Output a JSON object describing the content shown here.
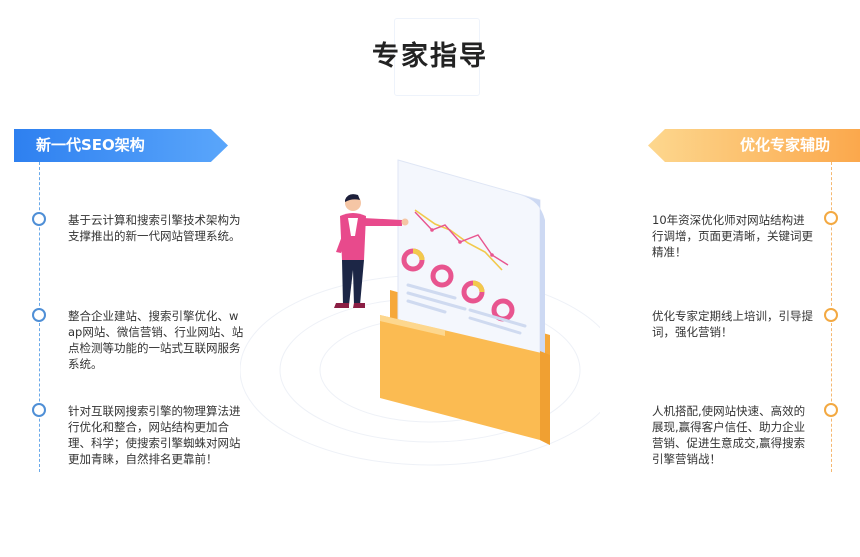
{
  "title": "专家指导",
  "left": {
    "heading": "新一代SEO架构",
    "items": [
      "基于云计算和搜索引擎技术架构为支撑推出的新一代网站管理系统。",
      "整合企业建站、搜索引擎优化、wap网站、微信营销、行业网站、站点检测等功能的一站式互联网服务系统。",
      "针对互联网搜索引擎的物理算法进行优化和整合，网站结构更加合理、科学；使搜索引擎蜘蛛对网站更加青睐，自然排名更靠前！"
    ]
  },
  "right": {
    "heading": "优化专家辅助",
    "items": [
      "10年资深优化师对网站结构进行调增，页面更清晰，关键词更精准！",
      "优化专家定期线上培训，引导提词，强化营销！",
      "人机搭配,使网站快速、高效的展现,赢得客户信任、助力企业营销、促进生意成交,赢得搜索引擎营销战！"
    ]
  },
  "colors": {
    "left_accent": "#2e80f0",
    "right_accent": "#fba84c",
    "folder": "#f9b243",
    "person_jacket": "#e84a8c",
    "donut": "#e8558f"
  }
}
